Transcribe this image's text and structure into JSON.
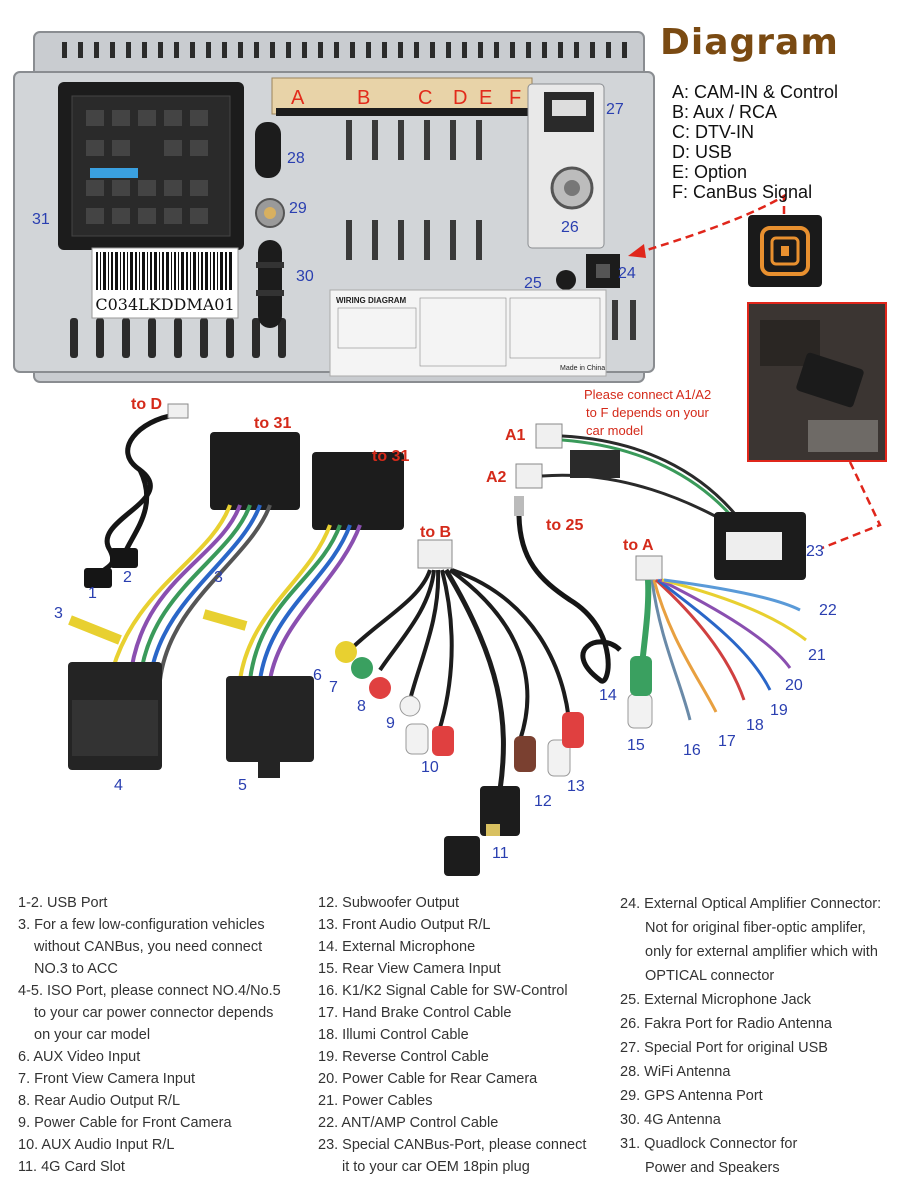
{
  "title": "Diagram",
  "legend": [
    "A: CAM-IN & Control",
    "B: Aux / RCA",
    "C: DTV-IN",
    "D: USB",
    "E: Option",
    "F: CanBus Signal"
  ],
  "connector_letters": [
    "A",
    "B",
    "C",
    "D",
    "E",
    "F"
  ],
  "unit_labels": {
    "barcode_text": "C034LKDDMA01",
    "wiring_diagram": "WIRING DIAGRAM",
    "made_in": "Made in China"
  },
  "callouts": {
    "n24": "24",
    "n25": "25",
    "n26": "26",
    "n27": "27",
    "n28": "28",
    "n29": "29",
    "n30": "30",
    "n31": "31"
  },
  "cable_labels": {
    "to_d": "to D",
    "to_31_a": "to 31",
    "to_31_b": "to 31",
    "to_b": "to B",
    "to_25": "to 25",
    "to_a": "to A",
    "a1": "A1",
    "a2": "A2",
    "note": [
      "Please connect A1/A2",
      "to F depends on your",
      "car model"
    ],
    "n1": "1",
    "n2": "2",
    "n3a": "3",
    "n3b": "3",
    "n4": "4",
    "n5": "5",
    "n6": "6",
    "n7": "7",
    "n8": "8",
    "n9": "9",
    "n10": "10",
    "n11": "11",
    "n12": "12",
    "n13": "13",
    "n14": "14",
    "n15": "15",
    "n16": "16",
    "n17": "17",
    "n18": "18",
    "n19": "19",
    "n20": "20",
    "n21": "21",
    "n22": "22",
    "n23": "23"
  },
  "descriptions": {
    "col1": [
      "1-2. USB Port",
      "3. For a few low-configuration vehicles",
      "without CANBus, you need connect",
      "NO.3 to ACC",
      "4-5. ISO Port, please connect NO.4/No.5",
      "to your car power connector depends",
      "on your car model",
      "6. AUX Video Input",
      "7. Front View Camera Input",
      "8. Rear Audio Output R/L",
      "9. Power Cable for Front Camera",
      "10. AUX Audio Input R/L",
      "11. 4G Card Slot"
    ],
    "col2": [
      "12. Subwoofer Output",
      "13. Front Audio Output R/L",
      "14. External Microphone",
      "15. Rear View Camera Input",
      "16. K1/K2 Signal Cable for SW-Control",
      "17. Hand Brake Control Cable",
      "18. Illumi Control Cable",
      "19. Reverse Control Cable",
      "20. Power Cable for Rear Camera",
      "21. Power Cables",
      "22. ANT/AMP Control Cable",
      "23. Special CANBus-Port, please connect",
      "it to your car OEM 18pin plug"
    ],
    "col3": [
      "24. External Optical Amplifier Connector:",
      "Not for original fiber-optic amplifer,",
      "only for external amplifier which with",
      "OPTICAL connector",
      "25. External Microphone Jack",
      "26. Fakra Port for Radio Antenna",
      "27. Special Port for original USB",
      "28. WiFi Antenna",
      "29. GPS Antenna Port",
      "30. 4G Antenna",
      "31. Quadlock Connector for",
      "Power and Speakers"
    ]
  },
  "colors": {
    "title_brown": "#7a4a12",
    "callout_blue": "#2a3fb0",
    "label_red": "#d42a1a",
    "panel_silver": "#c9ccd0",
    "arrow_red": "#e0261b"
  }
}
